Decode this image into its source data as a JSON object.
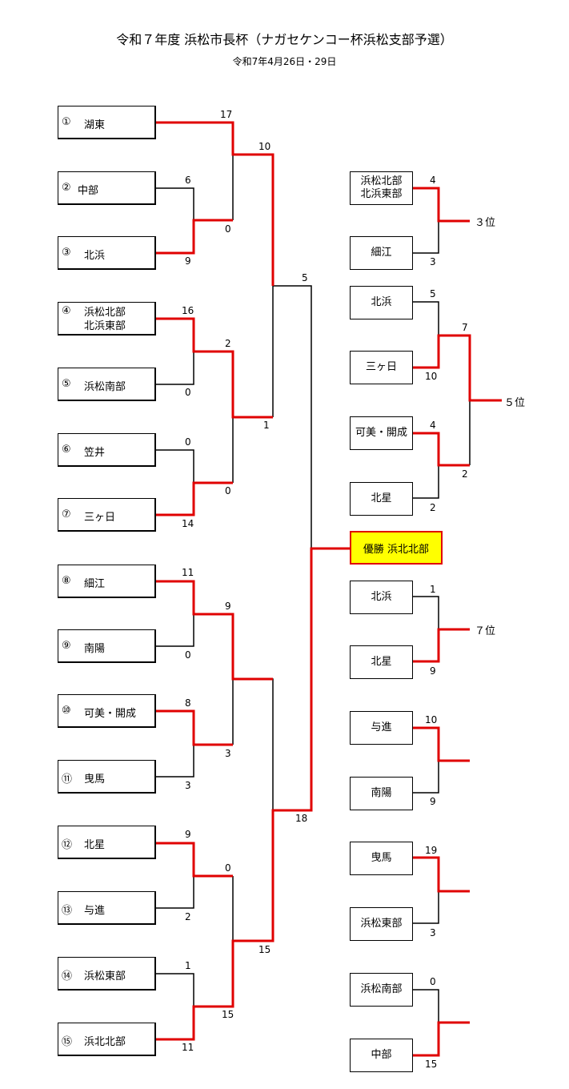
{
  "title": "令和７年度 浜松市長杯（ナガセケンコー杯浜松支部予選）",
  "date": "令和7年4月26日・29日",
  "left_teams": [
    {
      "num": "①",
      "name": "湖東"
    },
    {
      "num": "②",
      "name": "中部"
    },
    {
      "num": "③",
      "name": "北浜"
    },
    {
      "num": "④",
      "name": "浜松北部\n北浜東部"
    },
    {
      "num": "⑤",
      "name": "浜松南部"
    },
    {
      "num": "⑥",
      "name": "笠井"
    },
    {
      "num": "⑦",
      "name": "三ヶ日"
    },
    {
      "num": "⑧",
      "name": "細江"
    },
    {
      "num": "⑨",
      "name": "南陽"
    },
    {
      "num": "⑩",
      "name": "可美・開成"
    },
    {
      "num": "⑪",
      "name": "曳馬"
    },
    {
      "num": "⑫",
      "name": "北星"
    },
    {
      "num": "⑬",
      "name": "与進"
    },
    {
      "num": "⑭",
      "name": "浜松東部"
    },
    {
      "num": "⑮",
      "name": "浜北北部"
    }
  ],
  "left_scores": [
    "17",
    "6",
    "9",
    "16",
    "0",
    "0",
    "14",
    "11",
    "0",
    "8",
    "3",
    "9",
    "2",
    "1",
    "11",
    "10",
    "0",
    "2",
    "0",
    "9",
    "3",
    "0",
    "15",
    "5",
    "1",
    "15",
    "18"
  ],
  "champion": "優勝 浜北北部",
  "right_teams": [
    "浜松北部\n北浜東部",
    "細江",
    "北浜",
    "三ヶ日",
    "可美・開成",
    "北星",
    "北浜",
    "北星",
    "与進",
    "南陽",
    "曳馬",
    "浜松東部",
    "浜松南部",
    "中部"
  ],
  "right_scores": [
    "4",
    "3",
    "5",
    "10",
    "4",
    "2",
    "7",
    "2",
    "1",
    "9",
    "10",
    "9",
    "19",
    "3",
    "0",
    "15"
  ],
  "places": [
    "３位",
    "５位",
    "７位"
  ]
}
